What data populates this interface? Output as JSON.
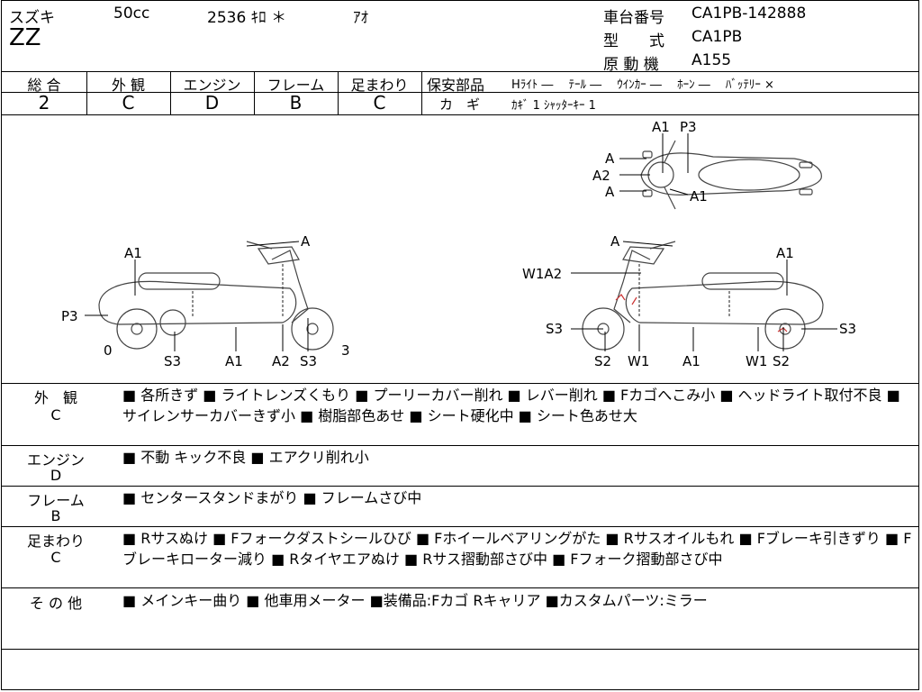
{
  "header": {
    "maker": "スズキ",
    "cc": "50cc",
    "number": "2536 ｷﾛ ＊",
    "color": "ｱｵ",
    "model": "ZZ",
    "frame_label": "車台番号",
    "frame_no": "CA1PB-142888",
    "type_label": "型　　式",
    "type_no": "CA1PB",
    "engine_label": "原 動 機",
    "engine_no": "A155"
  },
  "grades": {
    "labels": [
      "総 合",
      "外 観",
      "エンジン",
      "フレーム",
      "足まわり"
    ],
    "values": [
      "2",
      "C",
      "D",
      "B",
      "C"
    ]
  },
  "safety": {
    "label": "保安部品",
    "line1": "Hﾗｲﾄ ―　 ﾃｰﾙ ―　 ｳｲﾝｶｰ ―　 ﾎｰﾝ ―　 ﾊﾞｯﾃﾘｰ ×",
    "key_label": "カ　ギ",
    "key_text": "ｶｷﾞ 1 ｼｬｯﾀｰｷｰ 1"
  },
  "diagram": {
    "left_labels": [
      "A1",
      "A",
      "P3",
      "0",
      "S3",
      "A1",
      "A2",
      "S3",
      "3"
    ],
    "right_labels": [
      "A",
      "A1",
      "W1A2",
      "S3",
      "S3",
      "S2",
      "W1",
      "A1",
      "W1",
      "S2"
    ],
    "top_labels": [
      "A1",
      "P3",
      "A",
      "A2",
      "A",
      "A1"
    ]
  },
  "sections": [
    {
      "title": "外　観",
      "grade": "C",
      "text": "■ 各所きず ■ ライトレンズくもり ■ プーリーカバー削れ ■ レバー削れ ■ Fカゴへこみ小 ■ ヘッドライト取付不良 ■ サイレンサーカバーきず小 ■ 樹脂部色あせ ■ シート硬化中 ■ シート色あせ大"
    },
    {
      "title": "エンジン",
      "grade": "D",
      "text": "■ 不動 キック不良 ■ エアクリ削れ小"
    },
    {
      "title": "フレーム",
      "grade": "B",
      "text": "■ センタースタンドまがり ■ フレームさび中"
    },
    {
      "title": "足まわり",
      "grade": "C",
      "text": "■ Rサスぬけ ■ Fフォークダストシールひび ■ Fホイールベアリングがた ■ Rサスオイルもれ ■ Fブレーキ引きずり ■ Fブレーキローター減り ■ Rタイヤエアぬけ ■ Rサス摺動部さび中 ■ Fフォーク摺動部さび中"
    },
    {
      "title": "そ の 他",
      "grade": "",
      "text": "■ メインキー曲り ■ 他車用メーター ■装備品:Fカゴ Rキャリア ■カスタムパーツ:ミラー"
    }
  ]
}
